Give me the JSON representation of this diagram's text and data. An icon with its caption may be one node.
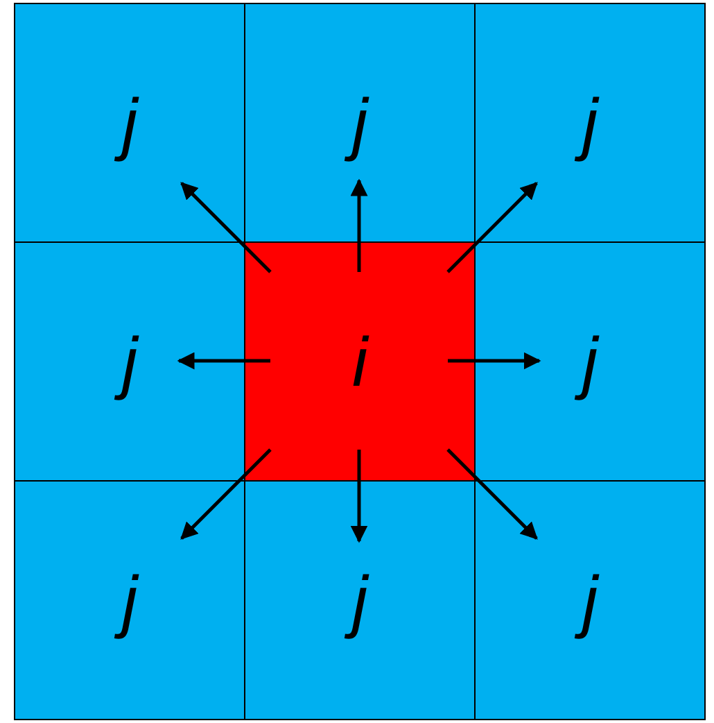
{
  "diagram": {
    "nodes": [
      {
        "text": [
          "j"
        ]
      },
      {
        "text": [
          "j"
        ]
      },
      {
        "text": [
          "j"
        ]
      },
      {
        "text": [
          "j"
        ]
      },
      {
        "text": [
          "i"
        ]
      },
      {
        "text": [
          "j"
        ]
      },
      {
        "text": [
          "j"
        ]
      },
      {
        "text": [
          "j"
        ]
      },
      {
        "text": [
          "j"
        ]
      }
    ],
    "edges": [
      {
        "from": 4,
        "to": 0,
        "arrow": "to"
      },
      {
        "from": 4,
        "to": 1,
        "arrow": "to"
      },
      {
        "from": 4,
        "to": 2,
        "arrow": "to"
      },
      {
        "from": 4,
        "to": 3,
        "arrow": "to"
      },
      {
        "from": 4,
        "to": 5,
        "arrow": "to"
      },
      {
        "from": 4,
        "to": 6,
        "arrow": "to"
      },
      {
        "from": 4,
        "to": 7,
        "arrow": "to"
      },
      {
        "from": 4,
        "to": 8,
        "arrow": "to"
      }
    ]
  }
}
